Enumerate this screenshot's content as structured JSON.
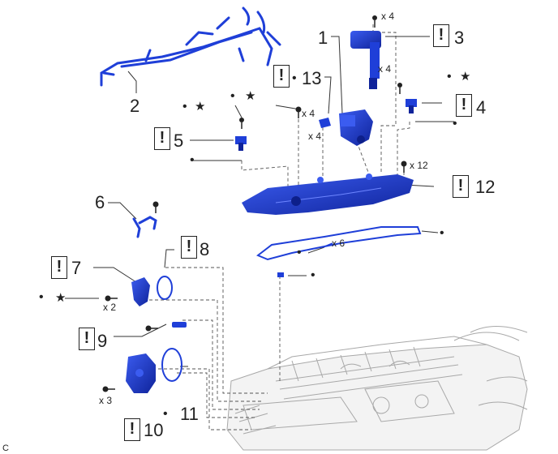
{
  "callouts": [
    {
      "id": "1",
      "text": "1"
    },
    {
      "id": "2",
      "text": "2"
    },
    {
      "id": "3",
      "text": "3"
    },
    {
      "id": "4",
      "text": "4"
    },
    {
      "id": "5",
      "text": "5"
    },
    {
      "id": "6",
      "text": "6"
    },
    {
      "id": "7",
      "text": "7"
    },
    {
      "id": "8",
      "text": "8"
    },
    {
      "id": "9",
      "text": "9"
    },
    {
      "id": "10",
      "text": "10"
    },
    {
      "id": "11",
      "text": "11"
    },
    {
      "id": "12",
      "text": "12"
    },
    {
      "id": "13",
      "text": "13"
    }
  ],
  "warning_symbol": "!",
  "bullet_symbol": "•",
  "star_symbol": "★",
  "quantities": {
    "coil_bolt": "x 4",
    "coil_qty": "x 4",
    "bracket_bolt": "x 4",
    "grommet": "x 4",
    "cover_bolt": "x 12",
    "gasket_bolt": "x 6",
    "pump_bolt": "x 2",
    "plate_bolt": "x 3"
  },
  "figure_code": "C",
  "colors": {
    "part_blue": "#1f3fd8",
    "part_dark": "#0d1f8a",
    "leader": "#333333",
    "engine_gray": "#9a9a9a"
  }
}
